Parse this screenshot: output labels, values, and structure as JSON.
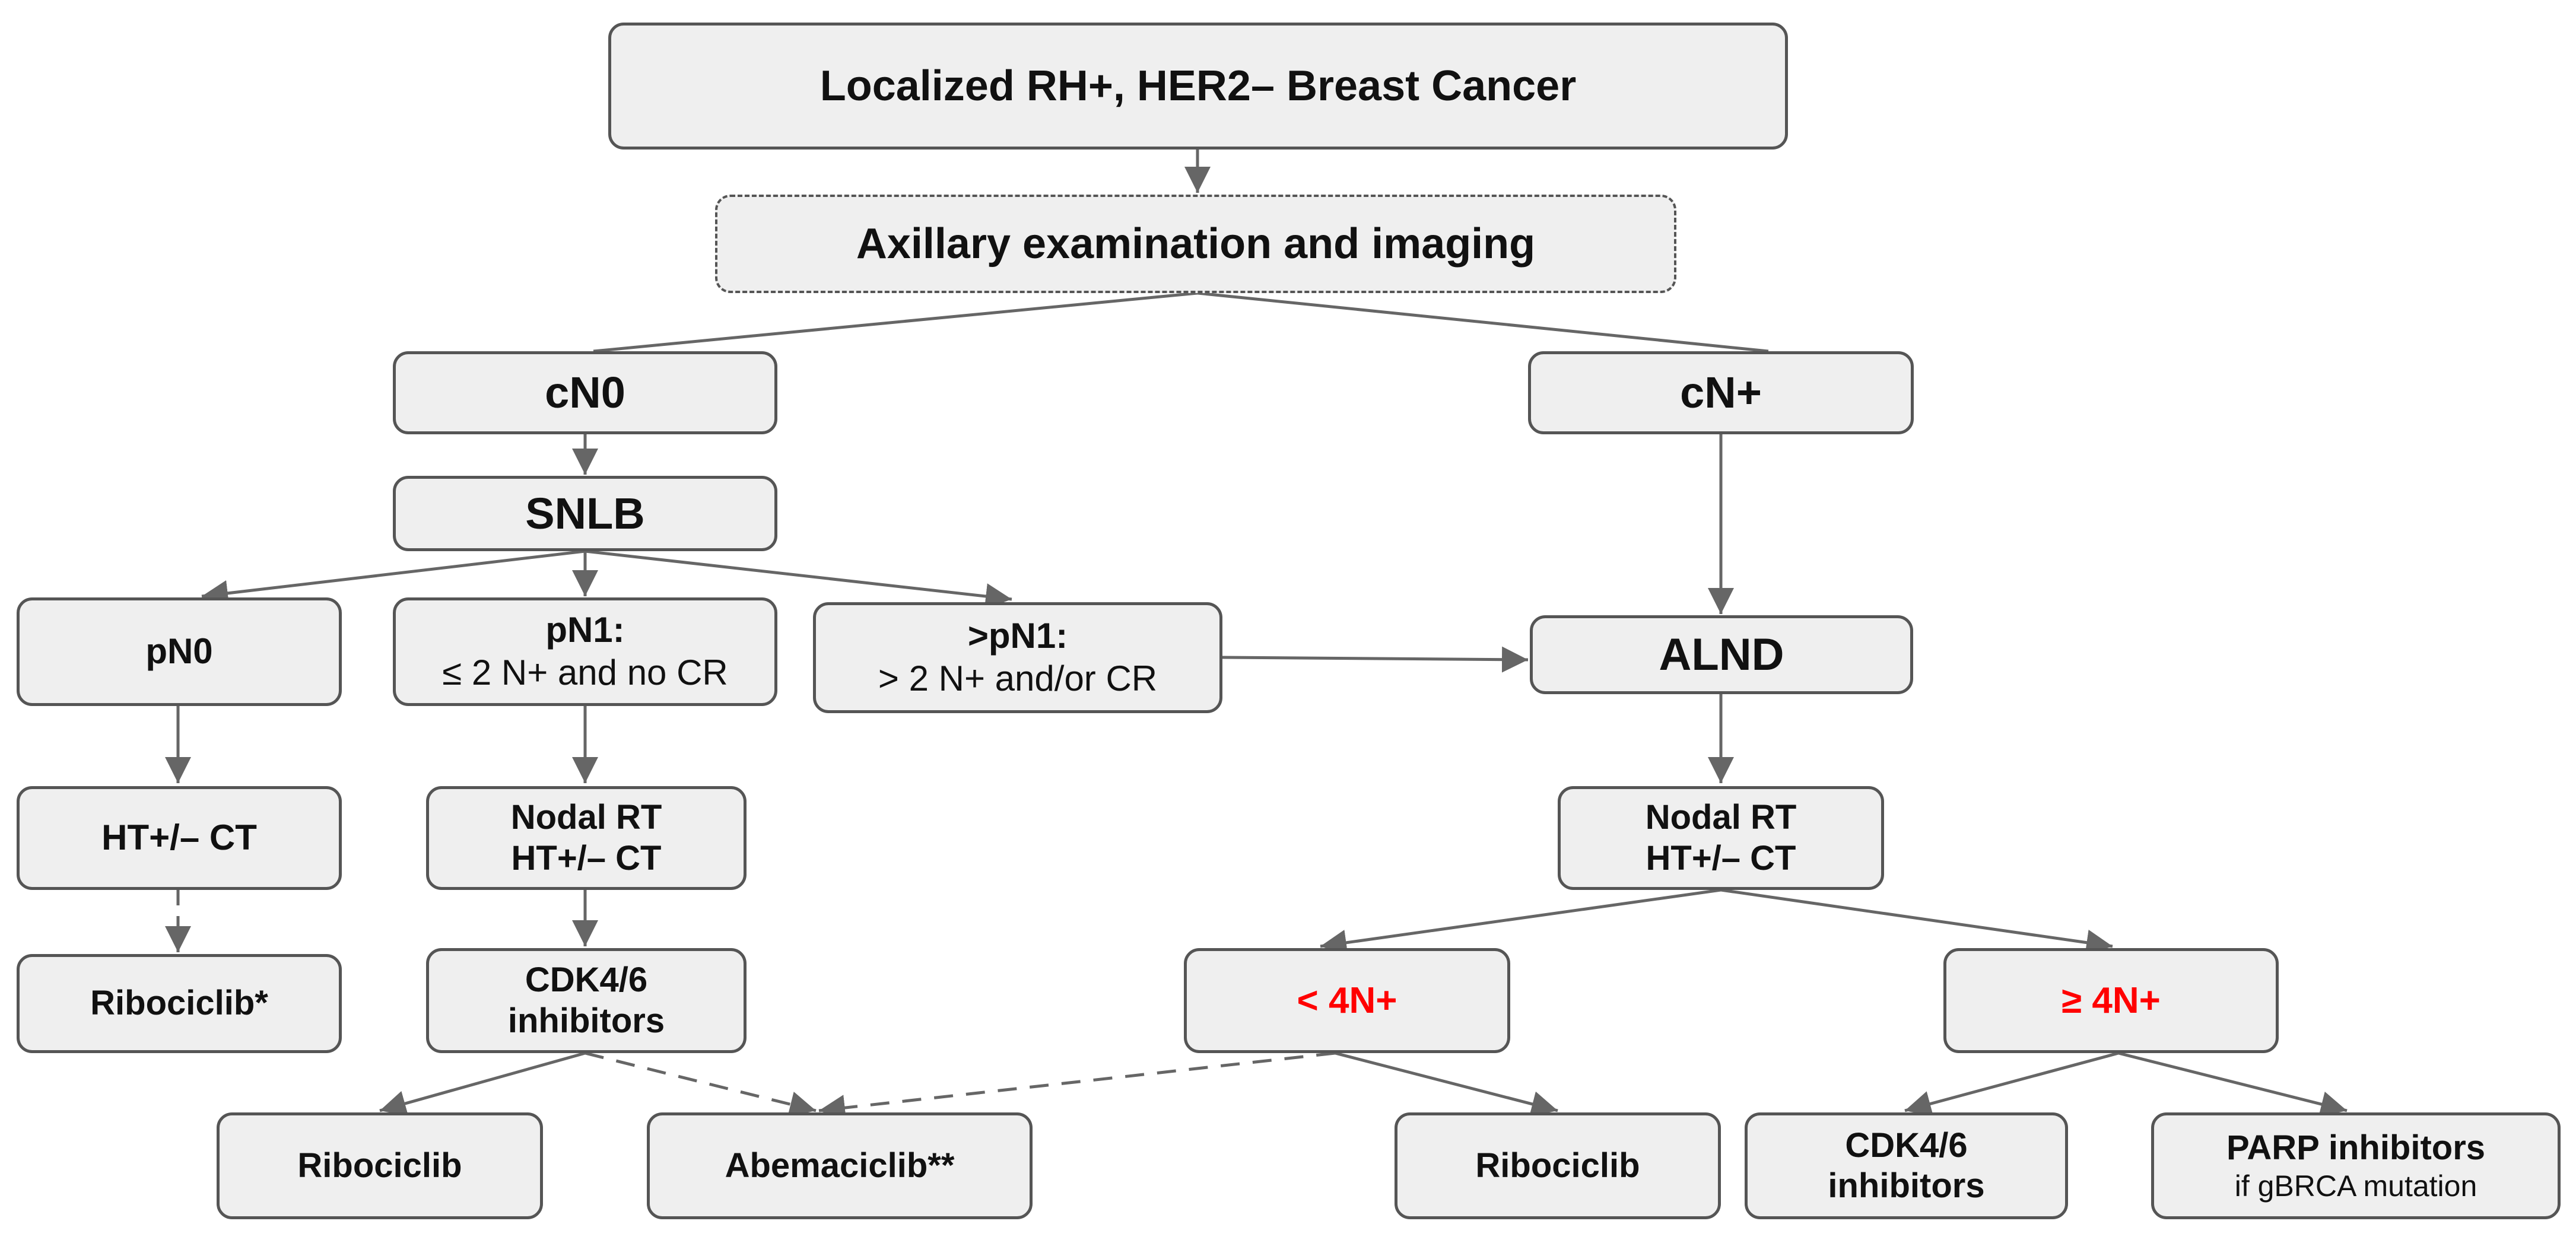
{
  "diagram": {
    "colors": {
      "node_fill": "#efefef",
      "node_border": "#555555",
      "edge": "#666666",
      "highlight": "#ff0000"
    },
    "nodes": {
      "root": {
        "label": "Localized RH+, HER2– Breast Cancer"
      },
      "axillary": {
        "label": "Axillary examination and imaging"
      },
      "cn0": {
        "label": "cN0"
      },
      "cnplus": {
        "label": "cN+"
      },
      "snlb": {
        "label": "SNLB"
      },
      "pn0": {
        "label": "pN0"
      },
      "pn1": {
        "label": "pN1:",
        "sublabel": "≤ 2 N+ and no CR"
      },
      "gtpn1": {
        "label": ">pN1:",
        "sublabel": "> 2 N+ and/or CR"
      },
      "alnd": {
        "label": "ALND"
      },
      "ht_left": {
        "label": "HT+/– CT"
      },
      "nodal_mid": {
        "line1": "Nodal RT",
        "line2": "HT+/– CT"
      },
      "nodal_right": {
        "line1": "Nodal RT",
        "line2": "HT+/– CT"
      },
      "ribo_star": {
        "label": "Ribociclib*"
      },
      "cdk_mid": {
        "line1": "CDK4/6",
        "line2": "inhibitors"
      },
      "lt4n": {
        "label": "< 4N+"
      },
      "ge4n": {
        "label": "≥ 4N+"
      },
      "ribo_left": {
        "label": "Ribociclib"
      },
      "abema": {
        "label": "Abemaciclib**"
      },
      "ribo_right": {
        "label": "Ribociclib"
      },
      "cdk_right": {
        "line1": "CDK4/6",
        "line2": "inhibitors"
      },
      "parp": {
        "label": "PARP inhibitors",
        "sublabel": "if gBRCA mutation"
      }
    }
  }
}
